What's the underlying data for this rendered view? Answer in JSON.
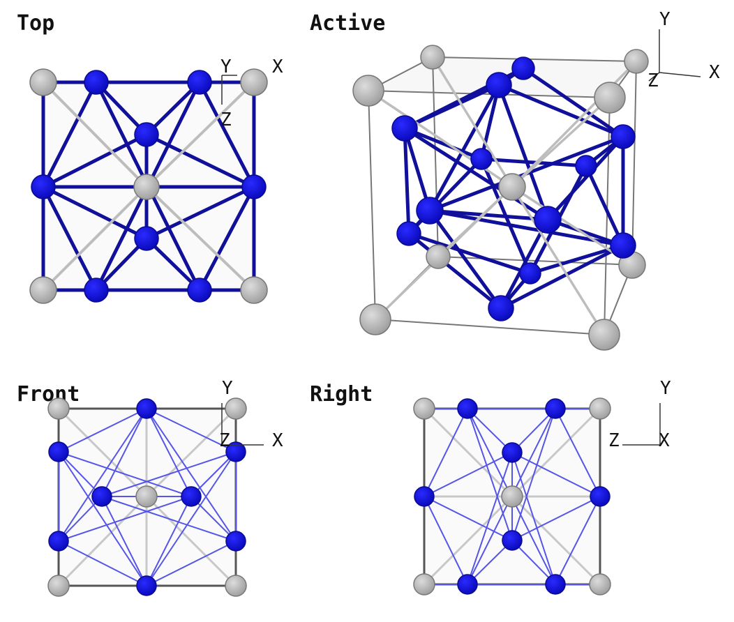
{
  "views": {
    "top": {
      "title": "Top",
      "axes": {
        "y": "Y",
        "x": "X",
        "z": "Z"
      }
    },
    "active": {
      "title": "Active",
      "axes": {
        "y": "Y",
        "x": "X",
        "z": "Z"
      }
    },
    "front": {
      "title": "Front",
      "axes": {
        "y": "Y",
        "x": "X",
        "z": "Z"
      }
    },
    "right": {
      "title": "Right",
      "axes": {
        "y": "Y",
        "x": "X",
        "z": "Z"
      }
    }
  },
  "colors": {
    "corner_atom": "#b9b9b9",
    "face_atom": "#1010e0",
    "bond_dark": "#10109a",
    "bond_light": "#6a6aee",
    "frame": "#555555",
    "grey_bond": "#c8c8c8"
  }
}
